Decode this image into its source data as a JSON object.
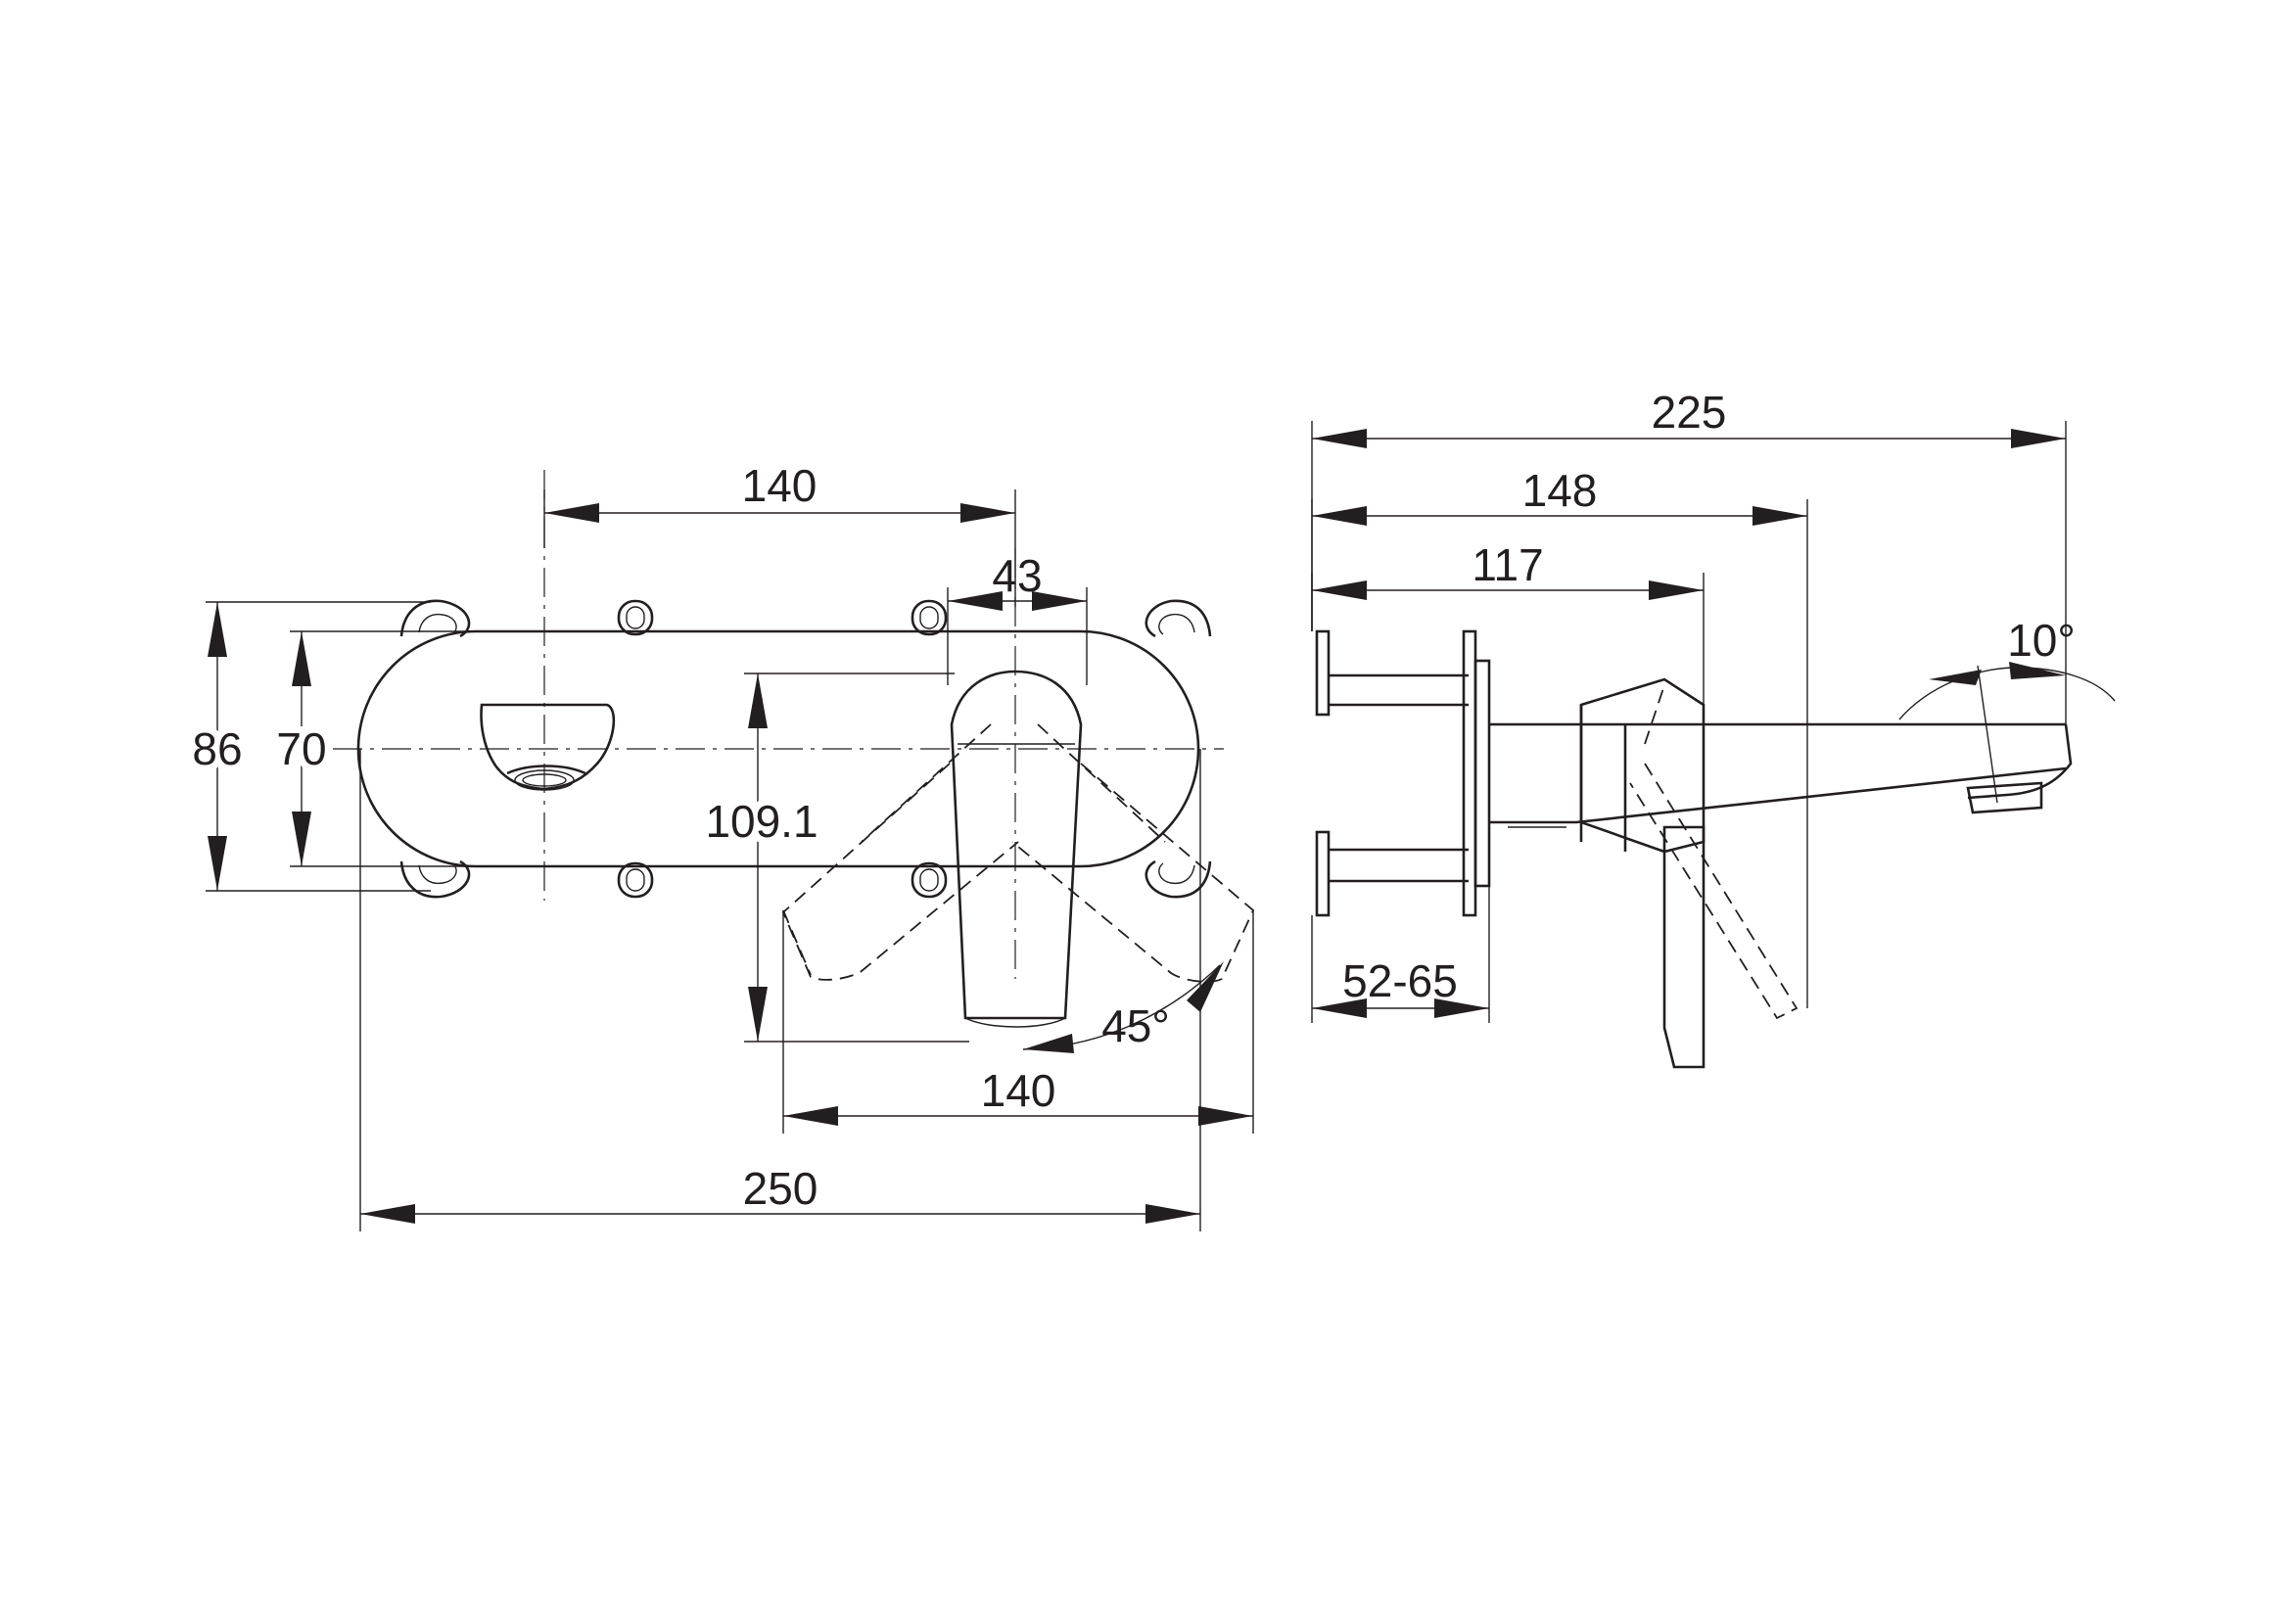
{
  "front_view": {
    "dimensions": {
      "top_width": "140",
      "handle_width": "43",
      "overall_height": "86",
      "plate_height": "70",
      "handle_drop": "109.1",
      "rotation_angle": "45°",
      "lower_width": "140",
      "overall_width": "250"
    }
  },
  "side_view": {
    "dimensions": {
      "overall_depth": "225",
      "handle_depth": "148",
      "body_depth": "117",
      "wall_range": "52-65",
      "spout_angle": "10°"
    }
  },
  "colors": {
    "line": "#231f20",
    "background": "#ffffff"
  }
}
